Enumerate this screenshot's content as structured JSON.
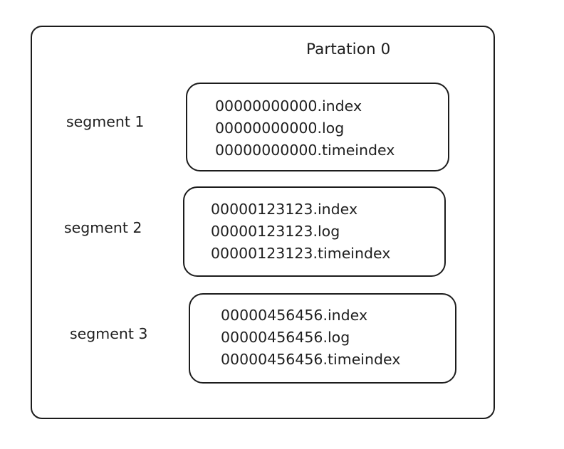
{
  "diagram": {
    "type": "kafka-partition-segment-layout",
    "background_color": "#ffffff",
    "stroke_color": "#1c1c1c",
    "text_color": "#1e1e1e",
    "partition": {
      "title": "Partation 0"
    },
    "segments": [
      {
        "label": "segment 1",
        "base_offset": "00000000000",
        "files": [
          "00000000000.index",
          "00000000000.log",
          "00000000000.timeindex"
        ]
      },
      {
        "label": "segment 2",
        "base_offset": "00000123123",
        "files": [
          "00000123123.index",
          "00000123123.log",
          "00000123123.timeindex"
        ]
      },
      {
        "label": "segment 3",
        "base_offset": "00000456456",
        "files": [
          "00000456456.index",
          "00000456456.log",
          "00000456456.timeindex"
        ]
      }
    ]
  }
}
